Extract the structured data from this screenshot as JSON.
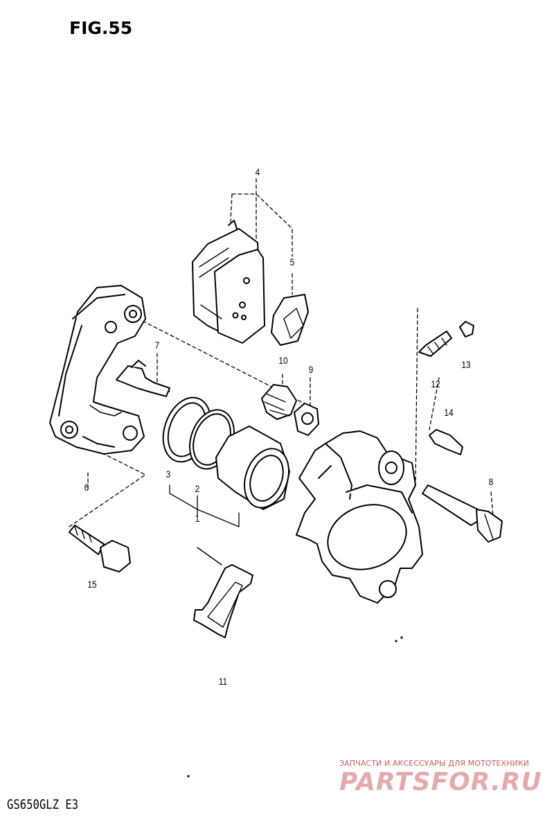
{
  "figure": {
    "title": "FIG.55",
    "model": "GS650GLZ E3"
  },
  "callouts": {
    "c1": "1",
    "c2": "2",
    "c3": "3",
    "c4": "4",
    "c5": "5",
    "c6": "6",
    "c7": "7",
    "c8": "8",
    "c9": "9",
    "c10": "10",
    "c11": "11",
    "c12": "12",
    "c13": "13",
    "c14": "14",
    "c15": "15"
  },
  "watermark": {
    "caption": "ЗАПЧАСТИ И АКСЕССУАРЫ ДЛЯ МОТОТЕХНИКИ",
    "logo": "PARTSFOR.RU",
    "color": "#e7a9a9"
  }
}
